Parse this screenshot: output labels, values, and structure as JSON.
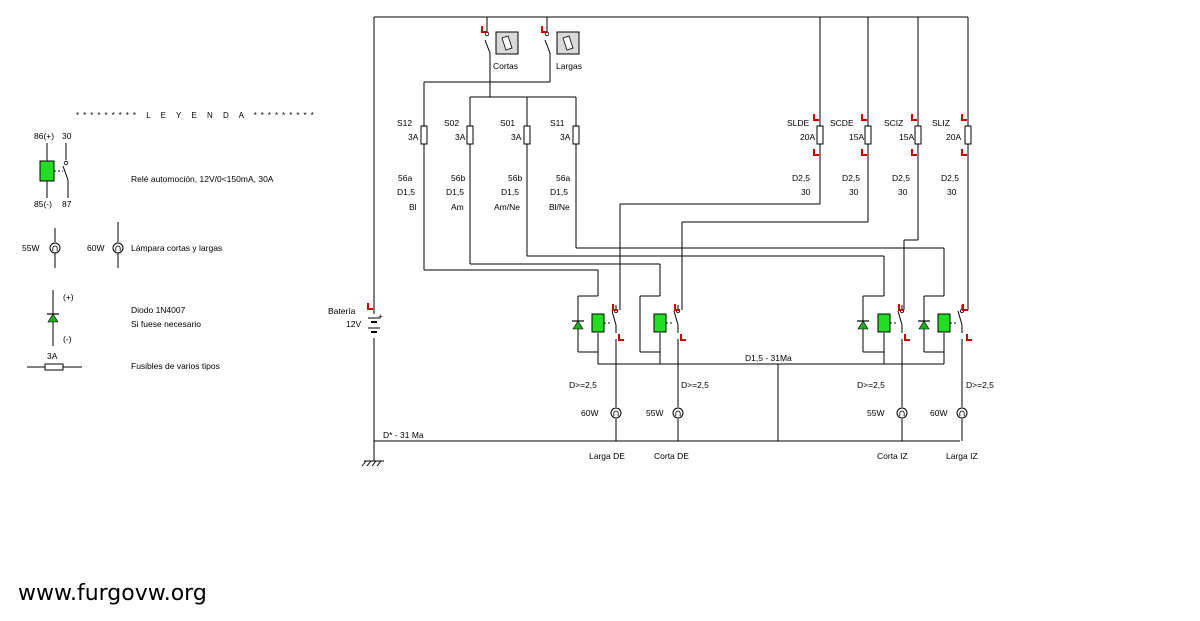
{
  "legend": {
    "title": "********* L E Y E N D A *********",
    "relay_pin_86": "86(+)",
    "relay_pin_30": "30",
    "relay_pin_85": "85(-)",
    "relay_pin_87": "87",
    "relay_desc": "Relé automoción, 12V/0<150mA, 30A",
    "lamp_55w": "55W",
    "lamp_60w": "60W",
    "lamp_desc": "Lámpara cortas y largas",
    "diode_plus": "(+)",
    "diode_minus": "(-)",
    "diode_desc_1": "Diodo 1N4007",
    "diode_desc_2": "Si fuese necesario",
    "fuse_rating": "3A",
    "fuse_desc": "Fusibles de varios tipos"
  },
  "switches": {
    "cortas": "Cortas",
    "largas": "Largas"
  },
  "battery": {
    "label": "Batería",
    "voltage": "12V",
    "plus": "+"
  },
  "fuses": [
    {
      "name": "S12",
      "rating": "3A",
      "term": "56a",
      "cable": "D1,5",
      "color": "Bl"
    },
    {
      "name": "S02",
      "rating": "3A",
      "term": "56b",
      "cable": "D1,5",
      "color": "Am"
    },
    {
      "name": "S01",
      "rating": "3A",
      "term": "56b",
      "cable": "D1,5",
      "color": "Am/Ne"
    },
    {
      "name": "S11",
      "rating": "3A",
      "term": "56a",
      "cable": "D1,5",
      "color": "Bl/Ne"
    },
    {
      "name": "SLDE",
      "rating": "20A",
      "cable": "D2,5",
      "term": "30"
    },
    {
      "name": "SCDE",
      "rating": "15A",
      "cable": "D2,5",
      "term": "30"
    },
    {
      "name": "SCIZ",
      "rating": "15A",
      "cable": "D2,5",
      "term": "30"
    },
    {
      "name": "SLIZ",
      "rating": "20A",
      "cable": "D2,5",
      "term": "30"
    }
  ],
  "wires": {
    "ground_bus": "D1,5 - 31Ma",
    "main_ground": "D* - 31 Ma"
  },
  "lamps": [
    {
      "cable": "D>=2,5",
      "power": "60W",
      "name": "Larga DE"
    },
    {
      "cable": "D>=2,5",
      "power": "55W",
      "name": "Corta DE"
    },
    {
      "cable": "D>=2,5",
      "power": "55W",
      "name": "Corta IZ"
    },
    {
      "cable": "D>=2,5",
      "power": "60W",
      "name": "Larga IZ"
    }
  ],
  "watermark": "www.furgovw.org",
  "colors": {
    "relay_coil": "#22dd22",
    "diode": "#22aa22",
    "contact_marker": "#cc0000",
    "switch_face": "#d9d9d9"
  }
}
